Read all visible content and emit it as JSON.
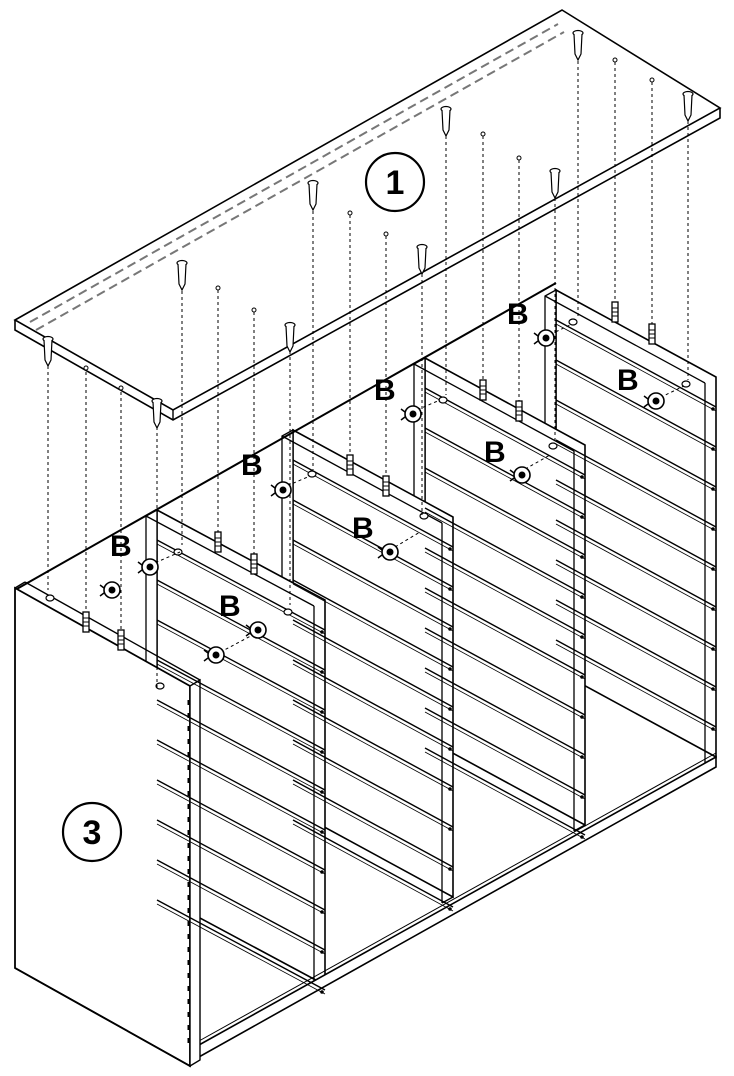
{
  "callouts": {
    "part_top": "1",
    "part_side": "3",
    "fastener": "B"
  },
  "colors": {
    "line": "#000000",
    "panel": "#ffffff"
  },
  "icons": [
    "cam-lock-icon",
    "dowel-pin-icon",
    "screw-icon",
    "shelf-pin-icon"
  ]
}
